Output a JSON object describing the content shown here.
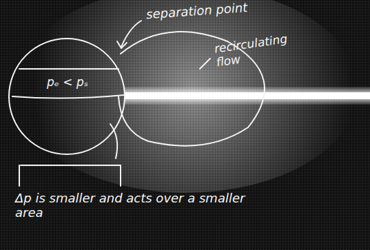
{
  "diagram": {
    "labels": [
      "separation point",
      "recirculating flow",
      "pₑ < pₛ",
      "Δp is smaller and acts over a smaller area"
    ]
  }
}
